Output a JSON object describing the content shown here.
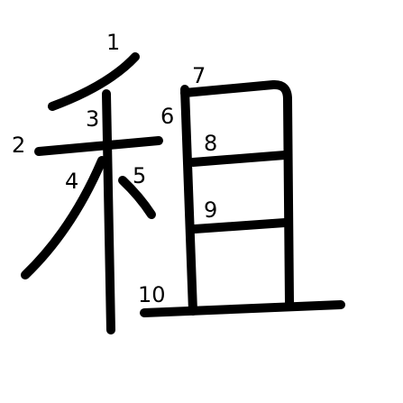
{
  "character": "租",
  "stroke_numbers": [
    "1",
    "2",
    "3",
    "4",
    "5",
    "6",
    "7",
    "8",
    "9",
    "10"
  ],
  "colors": {
    "stroke": "#000000",
    "background": "#ffffff",
    "label": "#000000"
  }
}
